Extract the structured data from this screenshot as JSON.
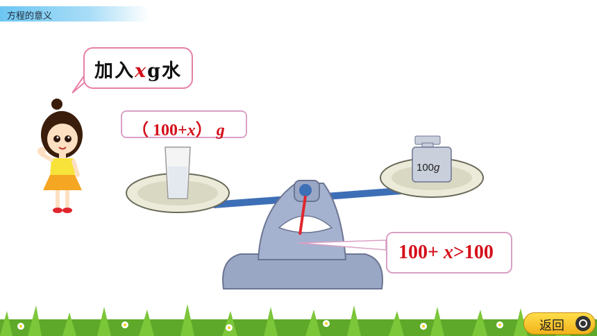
{
  "header": {
    "title": "方程的意义"
  },
  "speech": {
    "part1": "加入",
    "x": "x",
    "part2": "g水"
  },
  "cup_label": {
    "open": "（ 100+",
    "x": "x",
    "close": "）",
    "g": "g"
  },
  "weight": {
    "value": "100",
    "unit": "g"
  },
  "inequality": {
    "left": "100+ ",
    "x": "x",
    "rest": ">100"
  },
  "nav": {
    "back_label": "返回"
  },
  "colors": {
    "accent_red": "#d40f1a",
    "header_blue": "#6cc6f2",
    "scale_gray": "#9aa7c4"
  }
}
